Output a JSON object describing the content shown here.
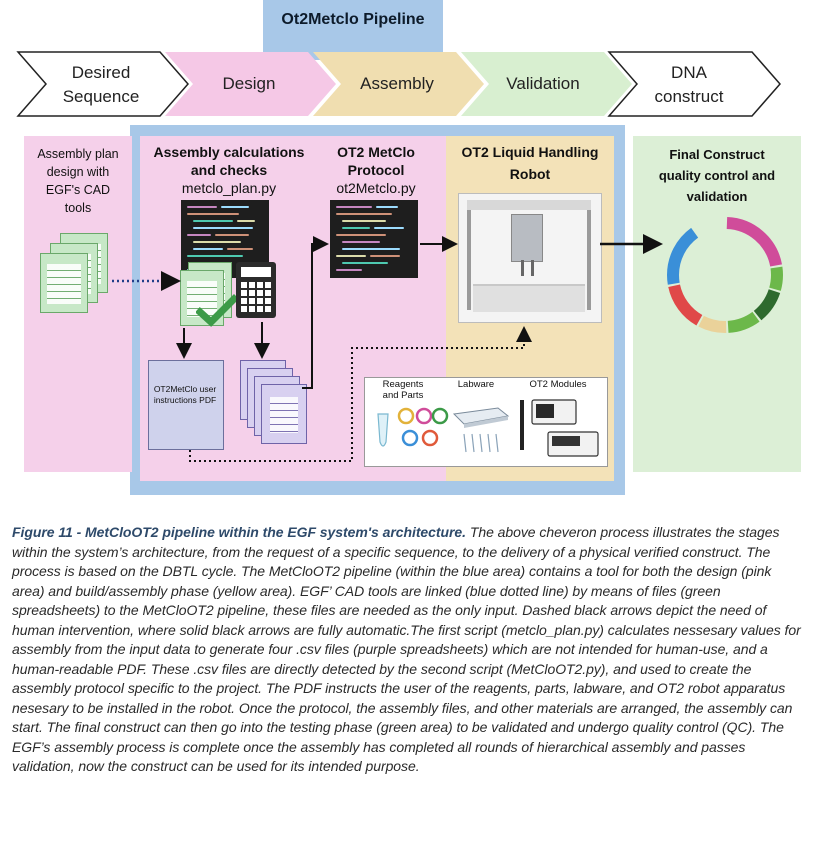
{
  "pipeline_title": "Ot2Metclo Pipeline",
  "chevrons": [
    {
      "label": "Desired Sequence"
    },
    {
      "label": "Design"
    },
    {
      "label": "Assembly"
    },
    {
      "label": "Validation"
    },
    {
      "label": "DNA construct"
    }
  ],
  "chevron_lines": {
    "desired_1": "Desired",
    "desired_2": "Sequence",
    "design": "Design",
    "assembly": "Assembly",
    "validation": "Validation",
    "dna_1": "DNA",
    "dna_2": "construct"
  },
  "panels": {
    "cad": {
      "l1": "Assembly plan",
      "l2": "design with",
      "l3": "EGF's CAD",
      "l4": "tools"
    },
    "calc": {
      "title1": "Assembly calculations",
      "title2": "and checks",
      "file": "metclo_plan.py"
    },
    "protocol": {
      "title1": "OT2 MetClo",
      "title2": "Protocol",
      "file": "ot2Metclo.py"
    },
    "robot": {
      "title1": "OT2 Liquid Handling",
      "title2": "Robot"
    },
    "final": {
      "l1": "Final Construct",
      "l2": "quality control and",
      "l3": "validation"
    },
    "pdf": {
      "l1": "OT2MetClo user",
      "l2": "instructions PDF"
    },
    "materials": {
      "reagents1": "Reagents",
      "reagents2": "and Parts",
      "labware": "Labware",
      "modules": "OT2 Modules"
    }
  },
  "colors": {
    "blue_area": "#a8c8e8",
    "pink_area": "#f5d0ea",
    "yellow_area": "#f3e2b8",
    "green_area": "#dcefd6",
    "blue_dotted_line": "#1f3c88"
  },
  "caption": {
    "title": "Figure 11 - MetCloOT2 pipeline within the EGF system's architecture.",
    "body": " The above cheveron process illustrates the stages within the system’s architecture, from the request of a specific sequence, to the delivery of a physical verified construct. The process is based on the DBTL cycle. The MetCloOT2 pipeline (within the blue area) contains a tool for both the design (pink area) and build/assembly phase (yellow area). EGF’ CAD tools are linked (blue dotted line) by means of files (green spreadsheets) to the MetCloOT2 pipeline, these files are needed as the only input. Dashed black arrows depict the need of human intervention, where solid black arrows are fully automatic.The first script (metclo_plan.py) calculates nessesary values for assembly from the input data to generate four .csv files (purple spreadsheets) which are not intended for human-use, and a human-readable PDF. These .csv files are directly detected by the second script (MetCloOT2.py), and used to create the assembly protocol specific to the project. The PDF instructs the user of the reagents, parts, labware, and OT2 robot apparatus nesesary to be installed in the robot. Once the protocol, the assembly files, and other materials are arranged, the assembly can start. The final construct can then go into the testing phase (green area) to be validated and undergo quality control (QC). The EGF’s assembly process is complete once the assembly has completed all rounds of hierarchical assembly and passes validation, now the construct can be used for its intended purpose."
  }
}
